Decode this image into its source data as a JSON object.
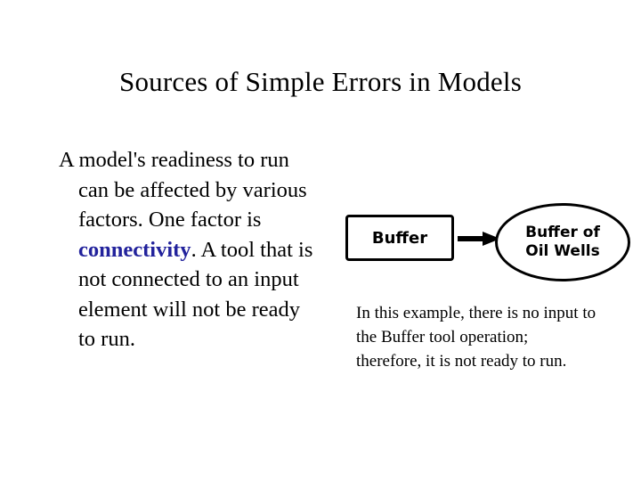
{
  "slide": {
    "title": "Sources of Simple Errors in Models",
    "body": {
      "before_highlight": "A model's readiness to run can be affected by various factors. One factor is ",
      "highlight": "connectivity",
      "after_highlight": ". A tool that is not connected to an input element will not be ready to run."
    },
    "diagram": {
      "box_label": "Buffer",
      "oval_label_line1": "Buffer of",
      "oval_label_line2": "Oil Wells",
      "arrow_icon": "right-arrow-icon"
    },
    "caption": "In this example, there is no input to the Buffer tool operation; therefore, it is not ready to run.",
    "colors": {
      "highlight": "#22229c",
      "text": "#000000",
      "background": "#ffffff"
    }
  }
}
